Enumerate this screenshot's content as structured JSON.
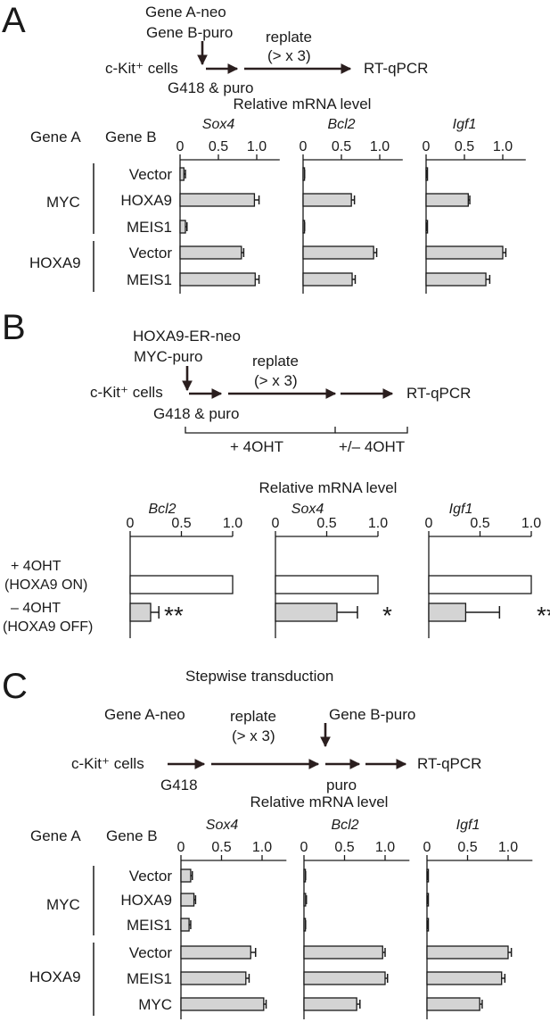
{
  "panels": {
    "A": {
      "letter": "A",
      "scheme": {
        "gene_a": "Gene A-neo",
        "gene_b": "Gene B-puro",
        "cells": "c-Kit⁺ cells",
        "selection": "G418 & puro",
        "replate": "replate",
        "replate_times": "(> x 3)",
        "readout": "RT-qPCR"
      },
      "axis_title": "Relative mRNA level",
      "col_gene_a": "Gene A",
      "col_gene_b": "Gene B",
      "group_labels": [
        "MYC",
        "HOXA9"
      ]
    },
    "B": {
      "letter": "B",
      "scheme": {
        "construct1": "HOXA9-ER-neo",
        "construct2": "MYC-puro",
        "cells": "c-Kit⁺ cells",
        "selection": "G418 & puro",
        "replate": "replate",
        "replate_times": "(> x 3)",
        "readout": "RT-qPCR",
        "phase1": "+ 4OHT",
        "phase2": "+/– 4OHT"
      },
      "axis_title": "Relative mRNA level",
      "row_labels": [
        [
          "+ 4OHT",
          "(HOXA9 ON)"
        ],
        [
          "– 4OHT",
          "(HOXA9 OFF)"
        ]
      ]
    },
    "C": {
      "letter": "C",
      "title": "Stepwise transduction",
      "scheme": {
        "gene_a": "Gene A-neo",
        "gene_b": "Gene B-puro",
        "cells": "c-Kit⁺ cells",
        "select_a": "G418",
        "replate": "replate",
        "replate_times": "(> x 3)",
        "select_b": "puro",
        "readout": "RT-qPCR"
      },
      "axis_title": "Relative mRNA level",
      "col_gene_a": "Gene A",
      "col_gene_b": "Gene B",
      "group_labels": [
        "MYC",
        "HOXA9"
      ]
    }
  },
  "chart_data": [
    {
      "type": "bar",
      "orientation": "horizontal",
      "panel": "A",
      "facet_titles": [
        "Sox4",
        "Bcl2",
        "Igf1"
      ],
      "categories": [
        "Vector",
        "HOXA9",
        "MEIS1",
        "Vector",
        "MEIS1"
      ],
      "groups": [
        {
          "name": "MYC",
          "rows": [
            0,
            1,
            2
          ]
        },
        {
          "name": "HOXA9",
          "rows": [
            3,
            4
          ]
        }
      ],
      "xlim": [
        0,
        1.3
      ],
      "xticks": [
        "0",
        "0.5",
        "1.0"
      ],
      "xtick_values": [
        0,
        0.5,
        1.0
      ],
      "bar_color": "#d4d4d4",
      "series": [
        {
          "values": [
            0.05,
            0.97,
            0.07,
            0.8,
            0.98
          ],
          "errors": [
            0.02,
            0.06,
            0.02,
            0.03,
            0.05
          ]
        },
        {
          "values": [
            0.01,
            0.63,
            0.01,
            0.92,
            0.64
          ],
          "errors": [
            0.01,
            0.04,
            0.01,
            0.04,
            0.04
          ]
        },
        {
          "values": [
            0.005,
            0.55,
            0.005,
            1.0,
            0.78
          ],
          "errors": [
            0.005,
            0.02,
            0.005,
            0.04,
            0.05
          ]
        }
      ]
    },
    {
      "type": "bar",
      "orientation": "horizontal",
      "panel": "B",
      "facet_titles": [
        "Bcl2",
        "Sox4",
        "Igf1"
      ],
      "categories": [
        "+ 4OHT (HOXA9 ON)",
        "– 4OHT (HOXA9 OFF)"
      ],
      "xlim": [
        0,
        1.0
      ],
      "xticks": [
        "0",
        "0.5",
        "1.0"
      ],
      "xtick_values": [
        0,
        0.5,
        1.0
      ],
      "bar_colors": [
        "#ffffff",
        "#d4d4d4"
      ],
      "series": [
        {
          "values": [
            1.0,
            0.2
          ],
          "errors": [
            0,
            0.08
          ],
          "significance": [
            "",
            "**"
          ]
        },
        {
          "values": [
            1.0,
            0.6
          ],
          "errors": [
            0,
            0.2
          ],
          "significance": [
            "",
            "*"
          ]
        },
        {
          "values": [
            1.0,
            0.36
          ],
          "errors": [
            0,
            0.33
          ],
          "significance": [
            "",
            "**"
          ]
        }
      ]
    },
    {
      "type": "bar",
      "orientation": "horizontal",
      "panel": "C",
      "facet_titles": [
        "Sox4",
        "Bcl2",
        "Igf1"
      ],
      "categories": [
        "Vector",
        "HOXA9",
        "MEIS1",
        "Vector",
        "MEIS1",
        "MYC"
      ],
      "groups": [
        {
          "name": "MYC",
          "rows": [
            0,
            1,
            2
          ]
        },
        {
          "name": "HOXA9",
          "rows": [
            3,
            4,
            5
          ]
        }
      ],
      "xlim": [
        0,
        1.3
      ],
      "xticks": [
        "0",
        "0.5",
        "1.0"
      ],
      "xtick_values": [
        0,
        0.5,
        1.0
      ],
      "bar_color": "#d4d4d4",
      "series": [
        {
          "values": [
            0.12,
            0.16,
            0.1,
            0.86,
            0.8,
            1.02
          ],
          "errors": [
            0.02,
            0.02,
            0.02,
            0.06,
            0.04,
            0.03
          ]
        },
        {
          "values": [
            0.01,
            0.02,
            0.01,
            0.97,
            1.0,
            0.65
          ],
          "errors": [
            0.01,
            0.01,
            0.01,
            0.03,
            0.03,
            0.04
          ]
        },
        {
          "values": [
            0.005,
            0.005,
            0.005,
            1.0,
            0.92,
            0.65
          ],
          "errors": [
            0.005,
            0.005,
            0.005,
            0.04,
            0.04,
            0.03
          ]
        }
      ]
    }
  ]
}
